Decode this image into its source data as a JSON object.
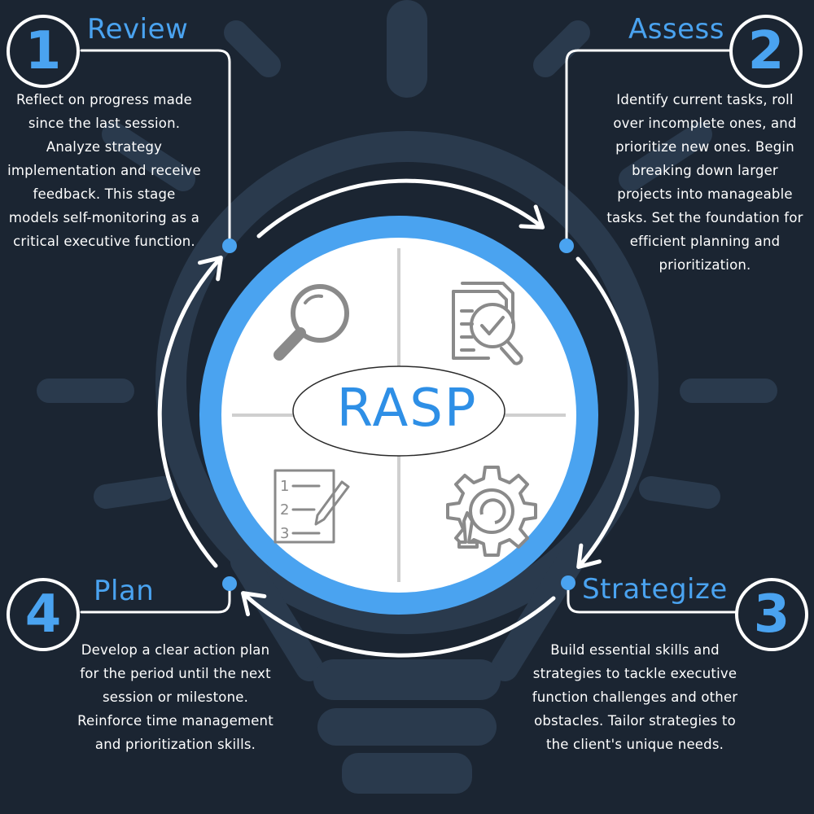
{
  "center": {
    "title": "RASP"
  },
  "colors": {
    "background": "#1b2532",
    "accent": "#4aa3f0",
    "ring": "#4aa3f0",
    "line": "#ffffff",
    "icon": "#8a8a8a"
  },
  "steps": [
    {
      "number": "1",
      "title": "Review",
      "icon": "magnifier-icon",
      "description": "Reflect on progress made since the last session. Analyze strategy implementation and receive feedback. This stage models self-monitoring as a critical executive function."
    },
    {
      "number": "2",
      "title": "Assess",
      "icon": "document-check-icon",
      "description": "Identify current tasks, roll over incomplete ones, and prioritize new ones. Begin breaking down larger projects into manageable tasks. Set the foundation for efficient planning and prioritization."
    },
    {
      "number": "3",
      "title": "Strategize",
      "icon": "gear-chess-icon",
      "description": "Build essential skills and strategies to tackle executive function challenges and other obstacles. Tailor strategies to the client's unique needs."
    },
    {
      "number": "4",
      "title": "Plan",
      "icon": "numbered-list-icon",
      "description": "Develop a clear action plan for the period until the next session or milestone. Reinforce time management and prioritization skills."
    }
  ]
}
